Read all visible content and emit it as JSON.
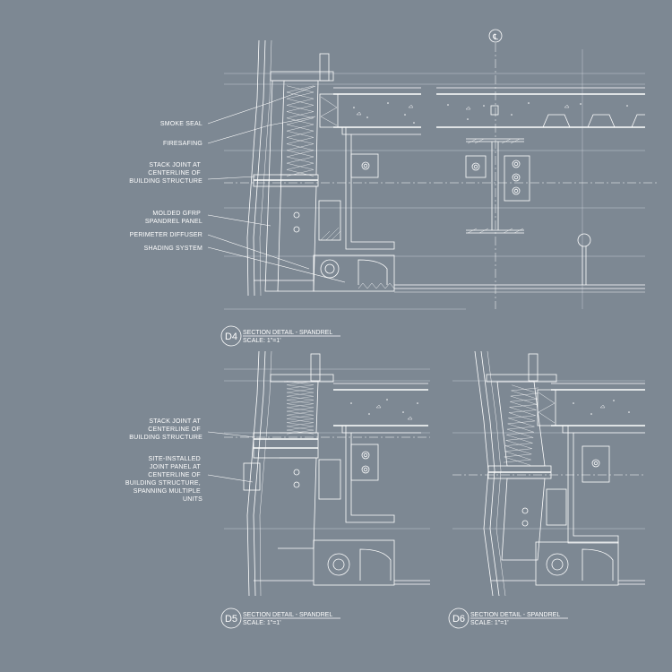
{
  "centerline_symbol": "℄",
  "details": [
    {
      "id": "D4",
      "title": "SECTION DETAIL - SPANDREL",
      "scale": "SCALE: 1\"=1'",
      "notes": [
        [
          "SMOKE SEAL"
        ],
        [
          "FIRESAFING"
        ],
        [
          "STACK JOINT AT",
          "CENTERLINE OF",
          "BUILDING STRUCTURE"
        ],
        [
          "MOLDED GFRP",
          "SPANDREL PANEL"
        ],
        [
          "PERIMETER DIFFUSER"
        ],
        [
          "SHADING SYSTEM"
        ]
      ]
    },
    {
      "id": "D5",
      "title": "SECTION DETAIL - SPANDREL",
      "scale": "SCALE: 1\"=1'",
      "notes": [
        [
          "STACK JOINT AT",
          "CENTERLINE OF",
          "BUILDING STRUCTURE"
        ],
        [
          "SITE-INSTALLED",
          "JOINT PANEL AT",
          "CENTERLINE OF",
          "BUILDING STRUCTURE,",
          "SPANNING MULTIPLE",
          "UNITS"
        ]
      ]
    },
    {
      "id": "D6",
      "title": "SECTION DETAIL - SPANDREL",
      "scale": "SCALE: 1\"=1'",
      "notes": []
    }
  ]
}
